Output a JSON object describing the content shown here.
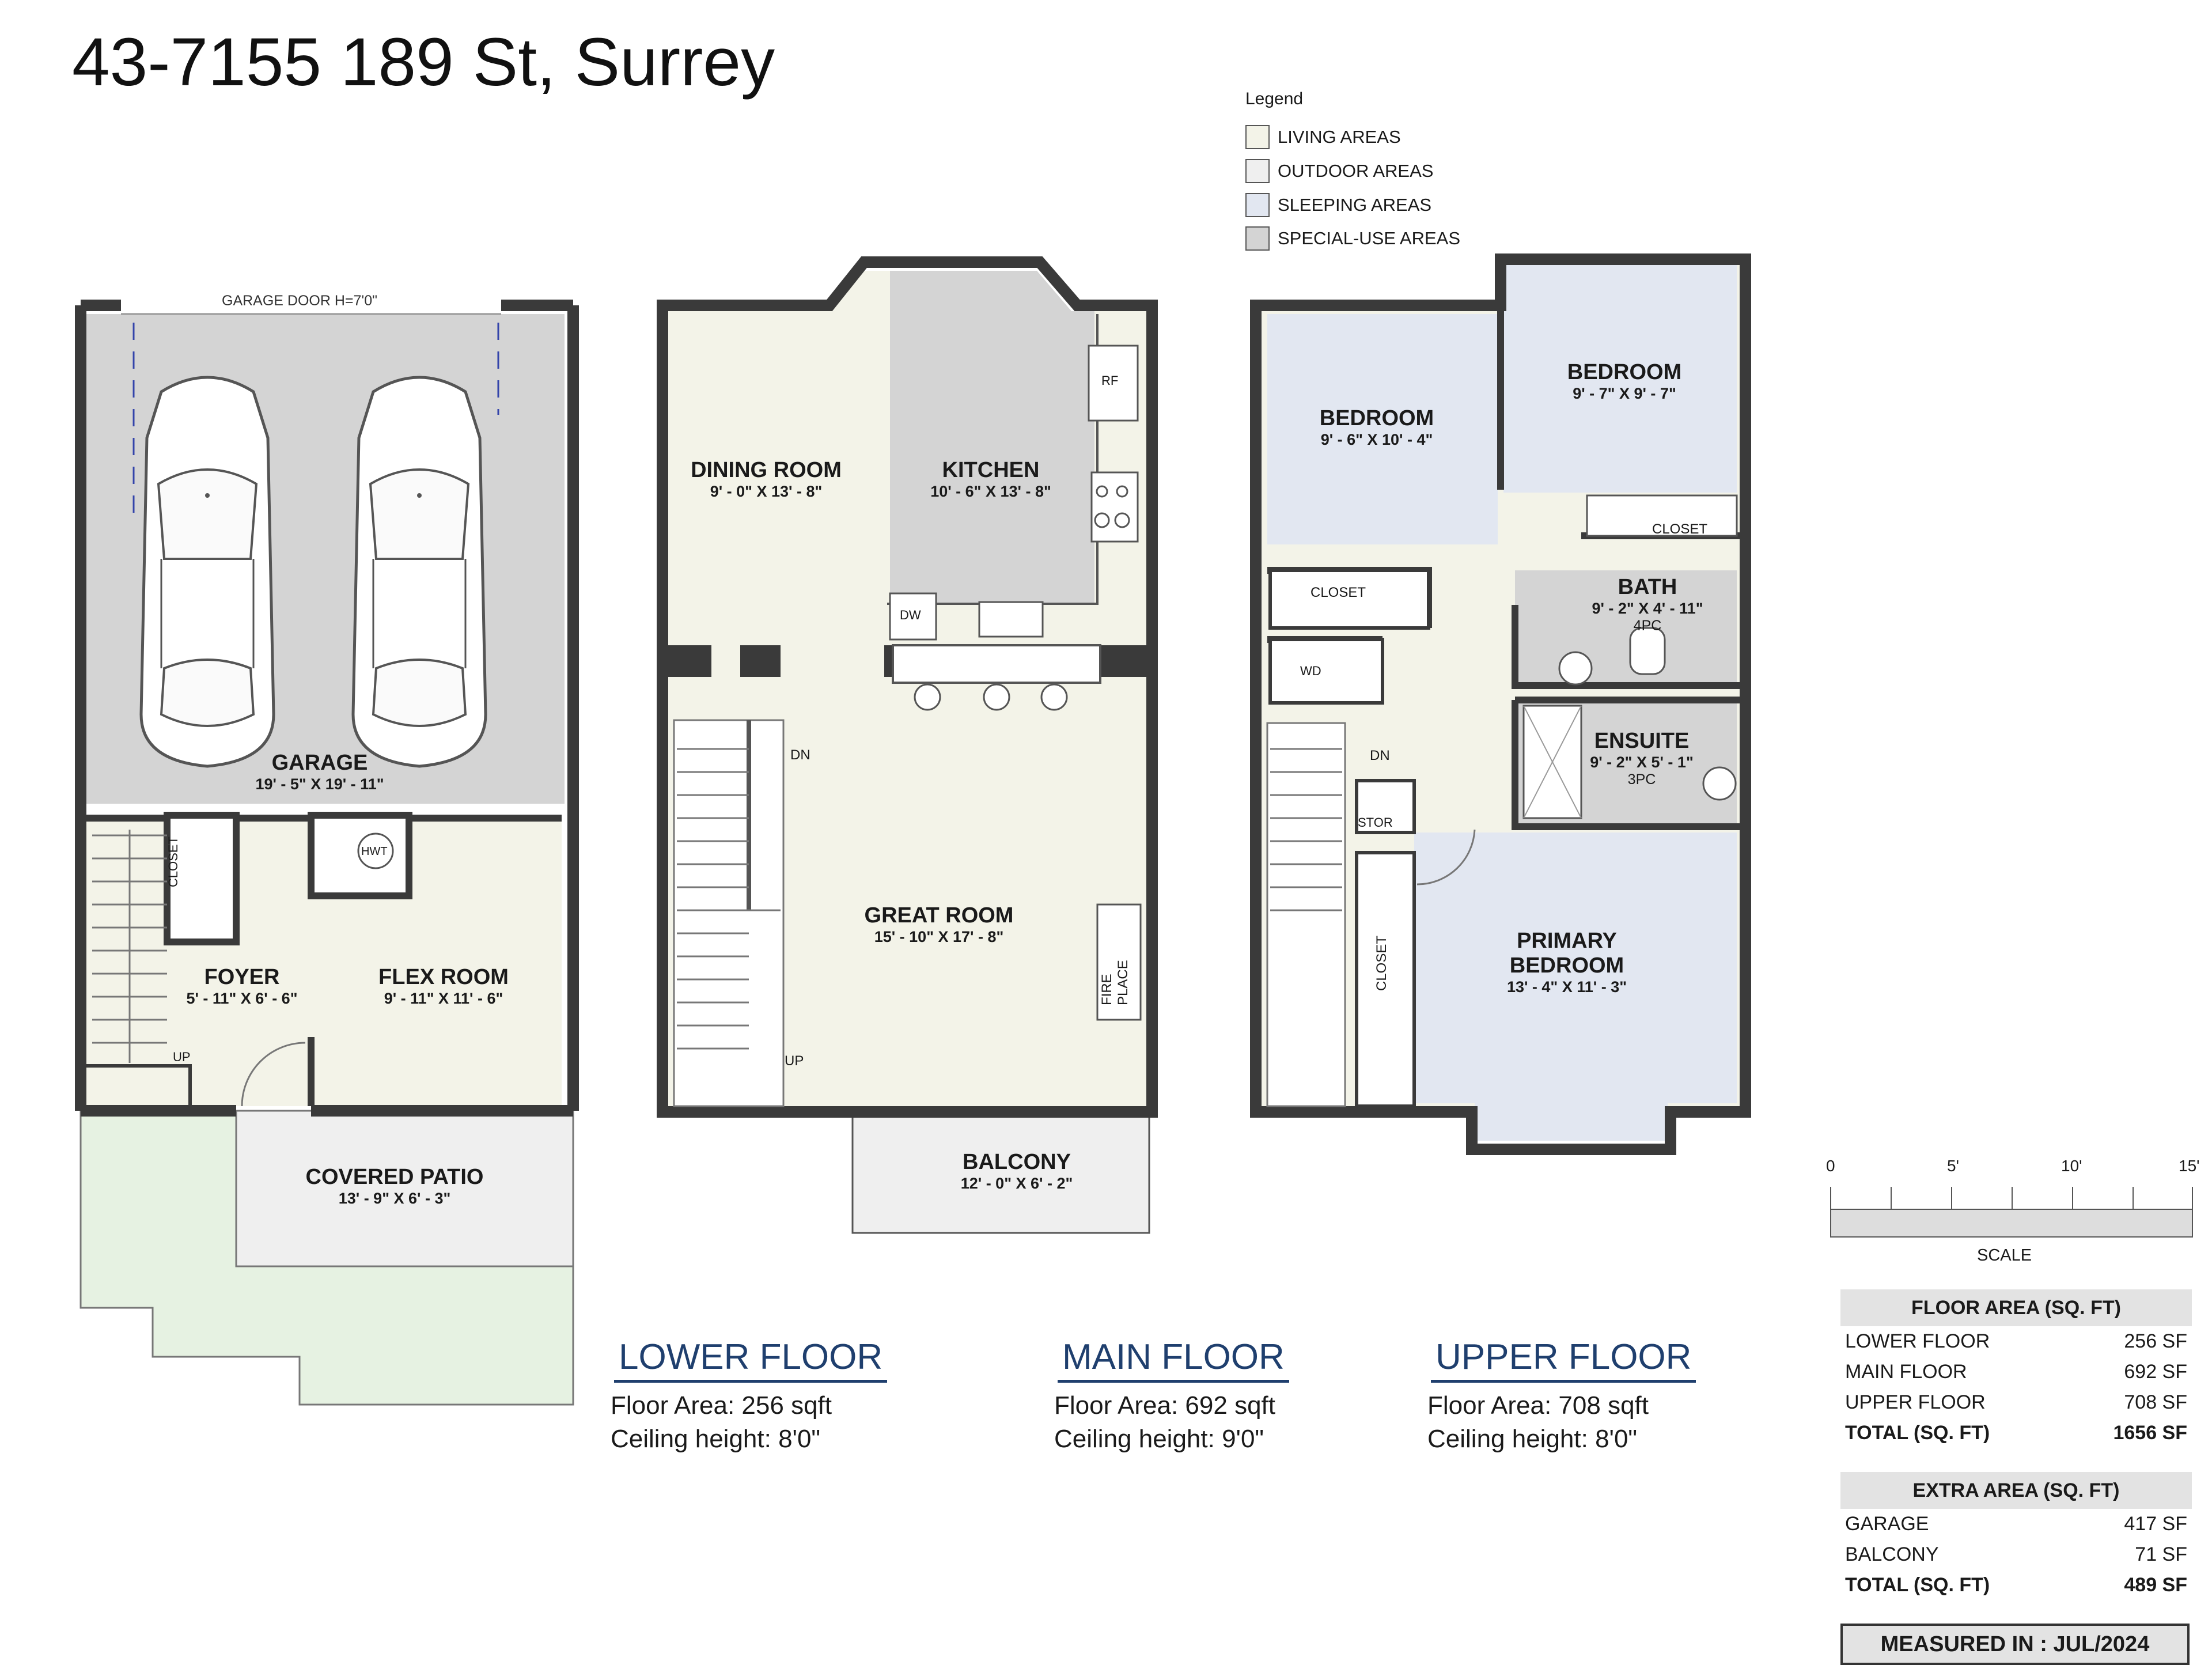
{
  "title": "43-7155 189 St, Surrey",
  "legend": {
    "title": "Legend",
    "items": [
      {
        "label": "LIVING AREAS",
        "color": "#f3f3e8"
      },
      {
        "label": "OUTDOOR AREAS",
        "color": "#efefef"
      },
      {
        "label": "SLEEPING AREAS",
        "color": "#e2e7f1"
      },
      {
        "label": "SPECIAL-USE AREAS",
        "color": "#d4d4d4"
      }
    ]
  },
  "garage_door_label": "GARAGE DOOR H=7'0\"",
  "rooms": {
    "garage": {
      "name": "GARAGE",
      "dims": "19' - 5\" X 19' - 11\""
    },
    "foyer": {
      "name": "FOYER",
      "dims": "5' - 11\" X 6' - 6\""
    },
    "flex_room": {
      "name": "FLEX ROOM",
      "dims": "9' - 11\" X 11' - 6\""
    },
    "covered_patio": {
      "name": "COVERED PATIO",
      "dims": "13' - 9\" X 6' - 3\""
    },
    "dining_room": {
      "name": "DINING ROOM",
      "dims": "9' - 0\" X 13' - 8\""
    },
    "kitchen": {
      "name": "KITCHEN",
      "dims": "10' - 6\" X 13' - 8\""
    },
    "great_room": {
      "name": "GREAT ROOM",
      "dims": "15' - 10\" X 17' - 8\""
    },
    "balcony": {
      "name": "BALCONY",
      "dims": "12' - 0\" X 6' - 2\""
    },
    "bedroom1": {
      "name": "BEDROOM",
      "dims": "9' - 6\" X 10' - 4\""
    },
    "bedroom2": {
      "name": "BEDROOM",
      "dims": "9' - 7\" X 9' - 7\""
    },
    "bath": {
      "name": "BATH",
      "dims": "9' - 2\" X 4' - 11\"",
      "type": "4PC"
    },
    "ensuite": {
      "name": "ENSUITE",
      "dims": "9' - 2\" X 5' - 1\"",
      "type": "3PC"
    },
    "primary_bedroom": {
      "name_line1": "PRIMARY",
      "name_line2": "BEDROOM",
      "dims": "13' - 4\" X 11' - 3\""
    }
  },
  "fixtures": {
    "closet": "CLOSET",
    "hwt": "HWT",
    "up": "UP",
    "dn": "DN",
    "dw": "DW",
    "rf": "RF",
    "fireplace_line1": "FIRE",
    "fireplace_line2": "PLACE",
    "wd": "WD",
    "stor": "STOR"
  },
  "floors": [
    {
      "name": "LOWER FLOOR",
      "area": "Floor Area: 256 sqft",
      "ceiling": "Ceiling height: 8'0\""
    },
    {
      "name": "MAIN FLOOR",
      "area": "Floor Area: 692 sqft",
      "ceiling": "Ceiling height: 9'0\""
    },
    {
      "name": "UPPER FLOOR",
      "area": "Floor Area: 708 sqft",
      "ceiling": "Ceiling height: 8'0\""
    }
  ],
  "scale": {
    "ticks": [
      "0",
      "5'",
      "10'",
      "15'"
    ],
    "caption": "SCALE"
  },
  "floor_area_table": {
    "header": "FLOOR AREA (SQ. FT)",
    "rows": [
      {
        "label": "LOWER FLOOR",
        "value": "256 SF"
      },
      {
        "label": "MAIN FLOOR",
        "value": "692 SF"
      },
      {
        "label": "UPPER FLOOR",
        "value": "708 SF"
      }
    ],
    "total": {
      "label": "TOTAL (SQ. FT)",
      "value": "1656 SF"
    }
  },
  "extra_area_table": {
    "header": "EXTRA AREA (SQ. FT)",
    "rows": [
      {
        "label": "GARAGE",
        "value": "417 SF"
      },
      {
        "label": "BALCONY",
        "value": "71 SF"
      }
    ],
    "total": {
      "label": "TOTAL (SQ. FT)",
      "value": "489 SF"
    }
  },
  "measured": "MEASURED IN : JUL/2024",
  "colors": {
    "wall": "#3a3a3a",
    "living": "#f3f3e8",
    "outdoor": "#efefef",
    "sleeping": "#e2e7f1",
    "special": "#d4d4d4",
    "yard": "#e6f2e2",
    "heading_blue": "#1f3f6e"
  }
}
